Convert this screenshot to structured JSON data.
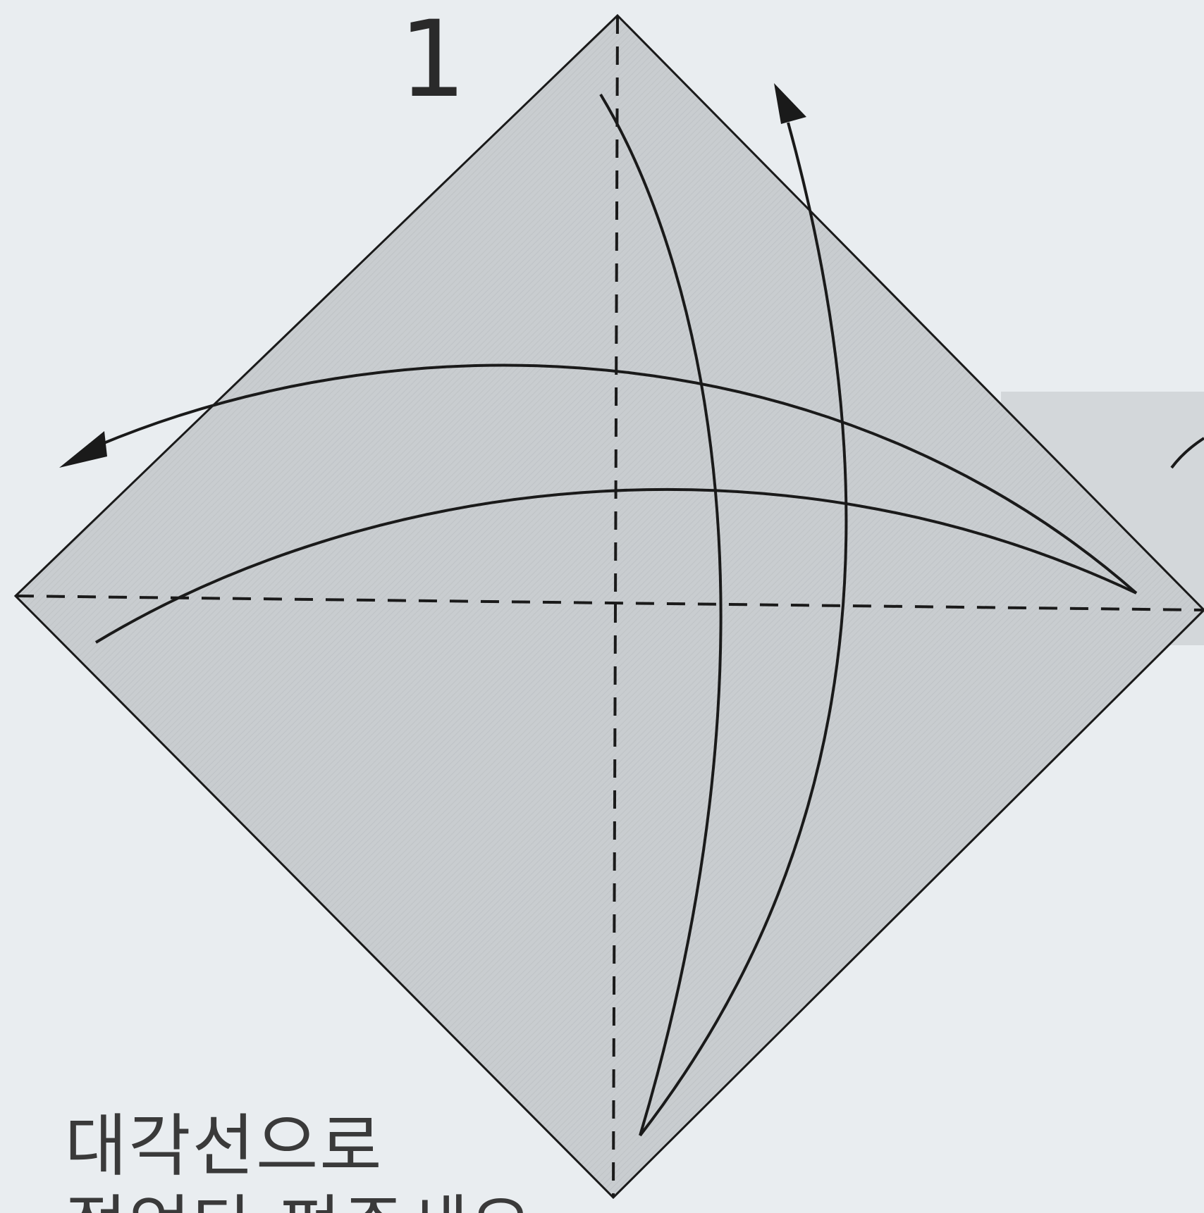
{
  "step": {
    "number": "1"
  },
  "instruction": {
    "lines": [
      "대각선으로",
      "접었다 펴주세요"
    ]
  },
  "colors": {
    "background": "#e9edf0",
    "paper": "#c9cdd0",
    "line": "#1a1a1a",
    "text": "#3a3a3a"
  },
  "icons": [
    "valley-fold-arrow-icon",
    "valley-fold-arrow-icon"
  ]
}
